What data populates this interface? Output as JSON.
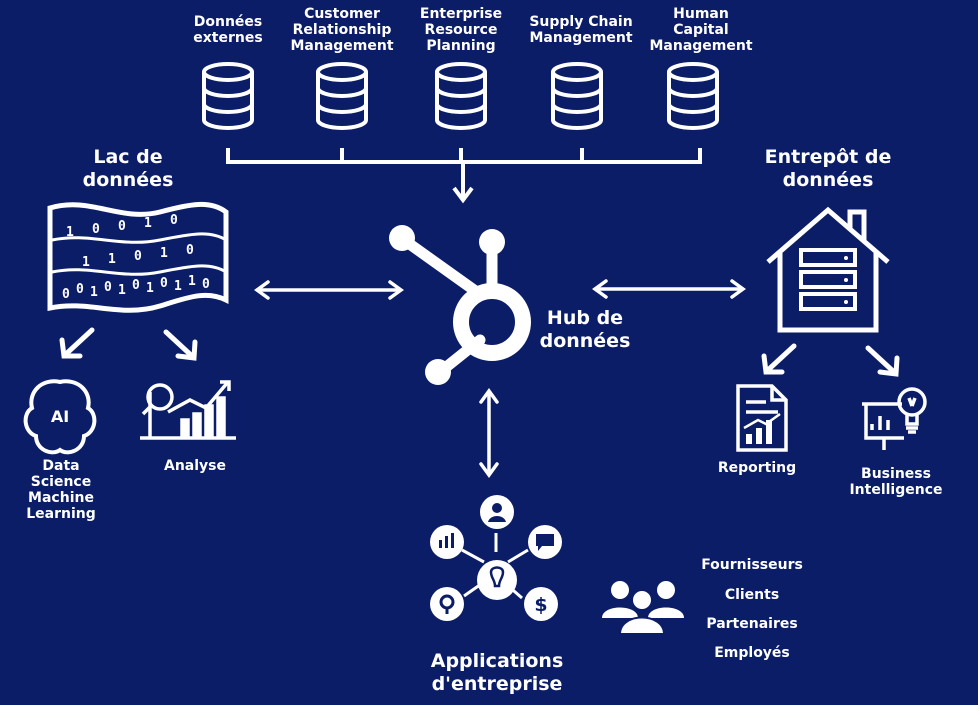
{
  "sources": [
    {
      "label": "Données\nexternes"
    },
    {
      "label": "Customer\nRelationship\nManagement"
    },
    {
      "label": "Enterprise\nResource\nPlanning"
    },
    {
      "label": "Supply Chain\nManagement"
    },
    {
      "label": "Human\nCapital\nManagement"
    }
  ],
  "data_lake": {
    "title": "Lac de\ndonnées",
    "bits_row1": [
      "1",
      "0",
      "0",
      "1",
      "0"
    ],
    "bits_row2": [
      "1",
      "1",
      "0",
      "1",
      "0"
    ],
    "bits_row3": [
      "0",
      "0",
      "1",
      "0",
      "1",
      "0",
      "1",
      "0",
      "1",
      "1",
      "0"
    ]
  },
  "hub": {
    "title": "Hub de\ndonnées"
  },
  "warehouse": {
    "title": "Entrepôt de\ndonnées"
  },
  "lake_outputs": [
    {
      "label": "Data\nScience\nMachine\nLearning",
      "icon": "ai-brain-icon",
      "icon_text": "AI"
    },
    {
      "label": "Analyse",
      "icon": "analytics-chart-icon"
    }
  ],
  "warehouse_outputs": [
    {
      "label": "Reporting",
      "icon": "report-document-icon"
    },
    {
      "label": "Business\nIntelligence",
      "icon": "bi-presentation-icon"
    }
  ],
  "apps": {
    "title": "Applications\nd'entreprise"
  },
  "stakeholders": [
    "Fournisseurs",
    "Clients",
    "Partenaires",
    "Employés"
  ],
  "colors": {
    "background": "#0b1d66",
    "foreground": "#ffffff"
  }
}
